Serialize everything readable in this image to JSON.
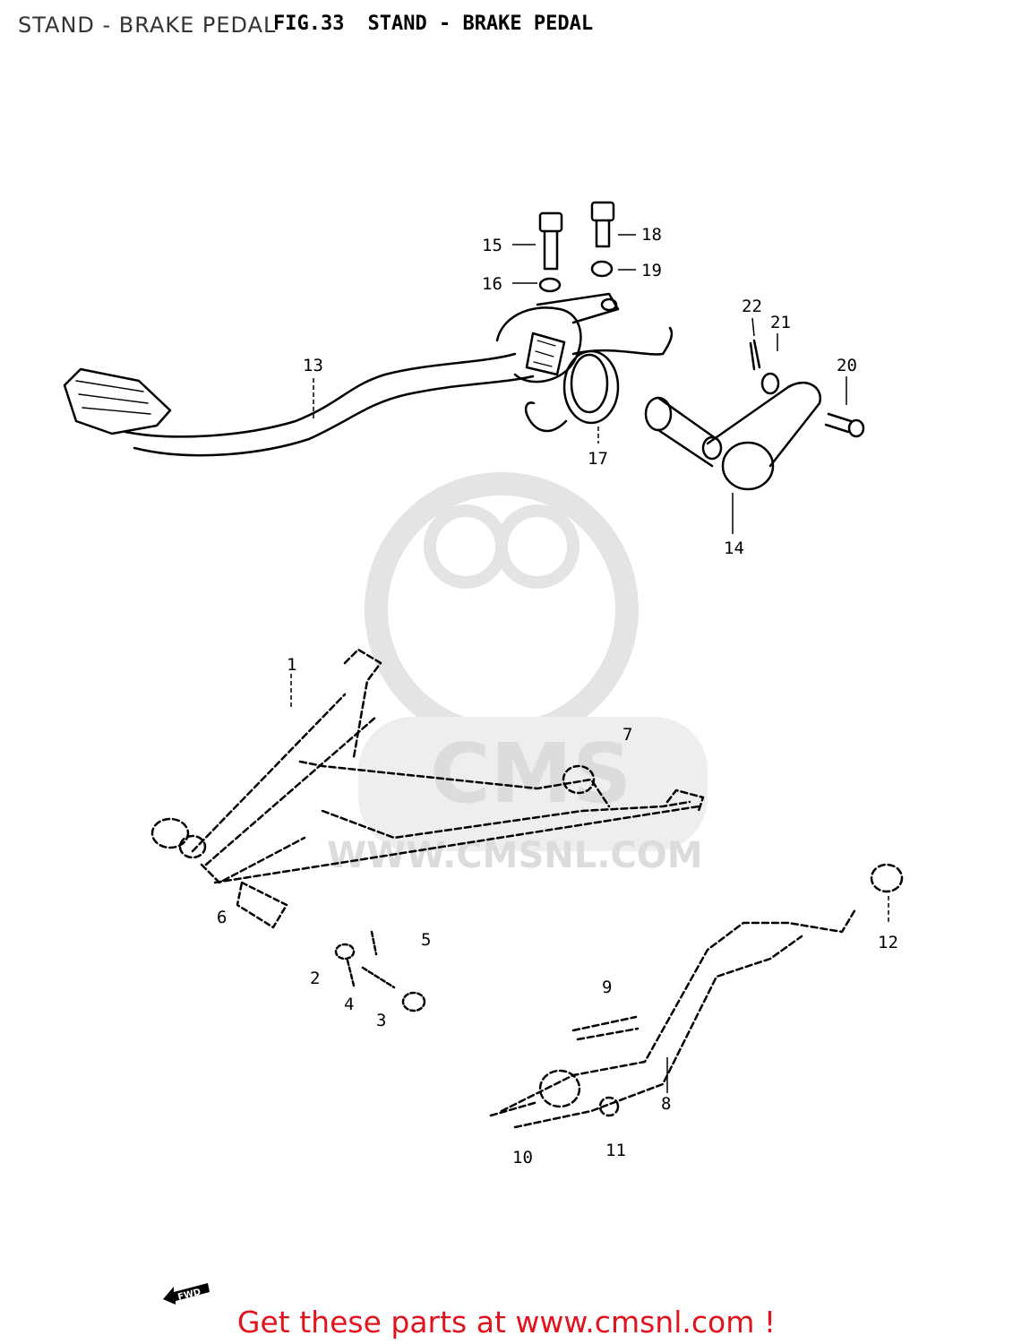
{
  "header": {
    "page_title": "STAND - BRAKE PEDAL",
    "fig_number": "FIG.33",
    "fig_title": "STAND - BRAKE PEDAL"
  },
  "watermark": {
    "brand": "CMS",
    "url": "WWW.CMSNL.COM"
  },
  "callouts": {
    "c1": "1",
    "c2": "2",
    "c3": "3",
    "c4": "4",
    "c5": "5",
    "c6": "6",
    "c7": "7",
    "c8": "8",
    "c9": "9",
    "c10": "10",
    "c11": "11",
    "c12": "12",
    "c13": "13",
    "c14": "14",
    "c15": "15",
    "c16": "16",
    "c17": "17",
    "c18": "18",
    "c19": "19",
    "c20": "20",
    "c21": "21",
    "c22": "22"
  },
  "fwd_label": "FWD",
  "footer": {
    "link_text": "Get these parts at www.cmsnl.com !"
  },
  "colors": {
    "footer_red": "#e0141d",
    "watermark_grey": "#dcdcdc"
  }
}
